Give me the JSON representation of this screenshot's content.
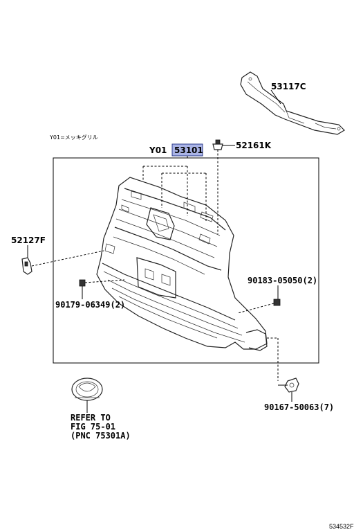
{
  "note": "Y01=メッキグリル",
  "main_part": {
    "prefix": "Y01",
    "number": "53101",
    "highlight_color": "#aab4e6"
  },
  "labels": {
    "bracket": "53117C",
    "clip_top": "52161K",
    "left_clip": "52127F",
    "nut_right": "90183-05050(2)",
    "nut_left": "90179-06349(2)",
    "screw": "90167-50063(7)"
  },
  "reference": {
    "line1": "REFER TO",
    "line2": "FIG 75-01",
    "line3": "(PNC 75301A)"
  },
  "figure_id": "534532F"
}
